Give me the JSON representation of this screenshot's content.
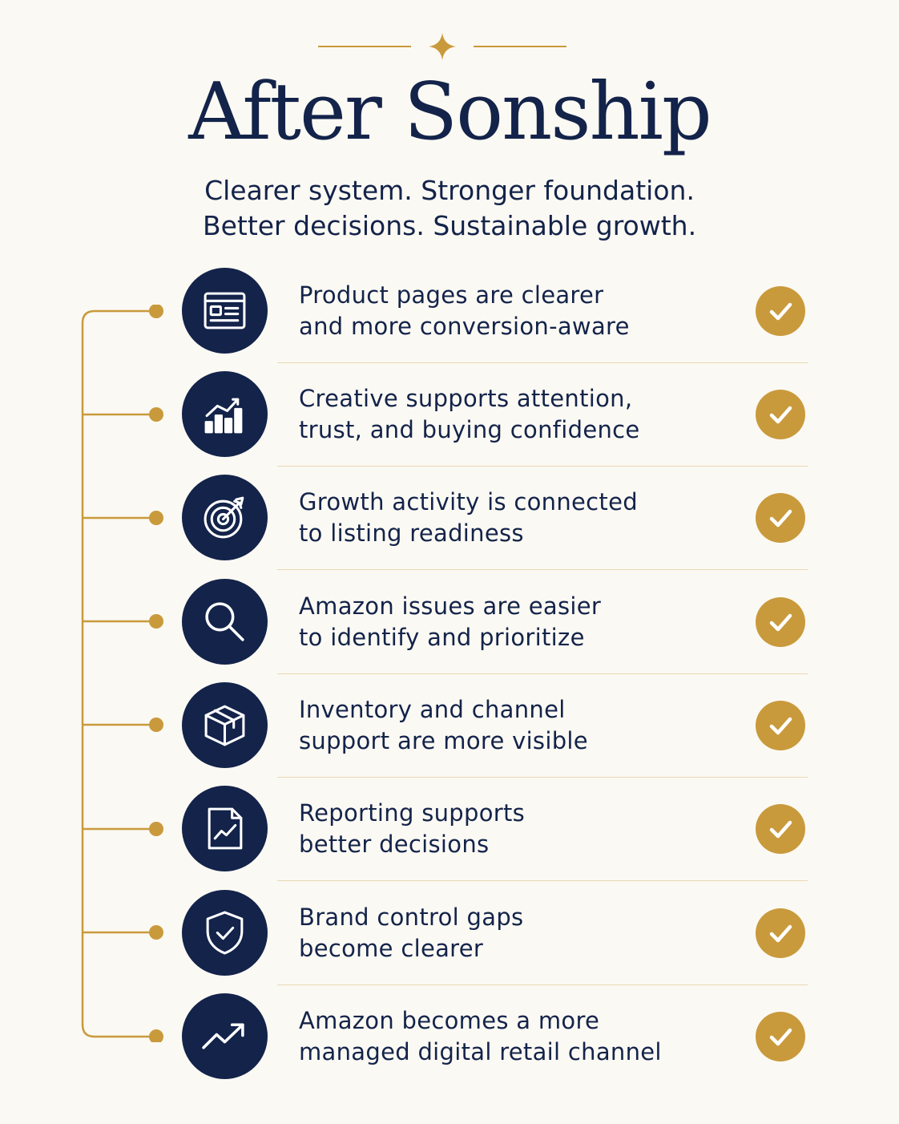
{
  "header": {
    "title": "After Sonship",
    "subtitle_line1": "Clearer system. Stronger foundation.",
    "subtitle_line2": "Better decisions. Sustainable growth."
  },
  "colors": {
    "navy": "#13234a",
    "gold": "#c99a3c",
    "background": "#fbf9f3"
  },
  "items": [
    {
      "icon": "product-page-icon",
      "line1": "Product pages are clearer",
      "line2": "and more conversion-aware",
      "status_icon": "check-icon"
    },
    {
      "icon": "bar-chart-icon",
      "line1": "Creative supports attention,",
      "line2": "trust, and buying confidence",
      "status_icon": "check-icon"
    },
    {
      "icon": "target-icon",
      "line1": "Growth activity is connected",
      "line2": "to listing readiness",
      "status_icon": "check-icon"
    },
    {
      "icon": "magnifier-icon",
      "line1": "Amazon issues are easier",
      "line2": "to identify and prioritize",
      "status_icon": "check-icon"
    },
    {
      "icon": "box-icon",
      "line1": "Inventory and channel",
      "line2": "support are more visible",
      "status_icon": "check-icon"
    },
    {
      "icon": "report-icon",
      "line1": "Reporting supports",
      "line2": "better decisions",
      "status_icon": "check-icon"
    },
    {
      "icon": "shield-check-icon",
      "line1": "Brand control gaps",
      "line2": "become clearer",
      "status_icon": "check-icon"
    },
    {
      "icon": "trend-up-icon",
      "line1": "Amazon becomes a more",
      "line2": "managed digital retail channel",
      "status_icon": "check-icon"
    }
  ]
}
